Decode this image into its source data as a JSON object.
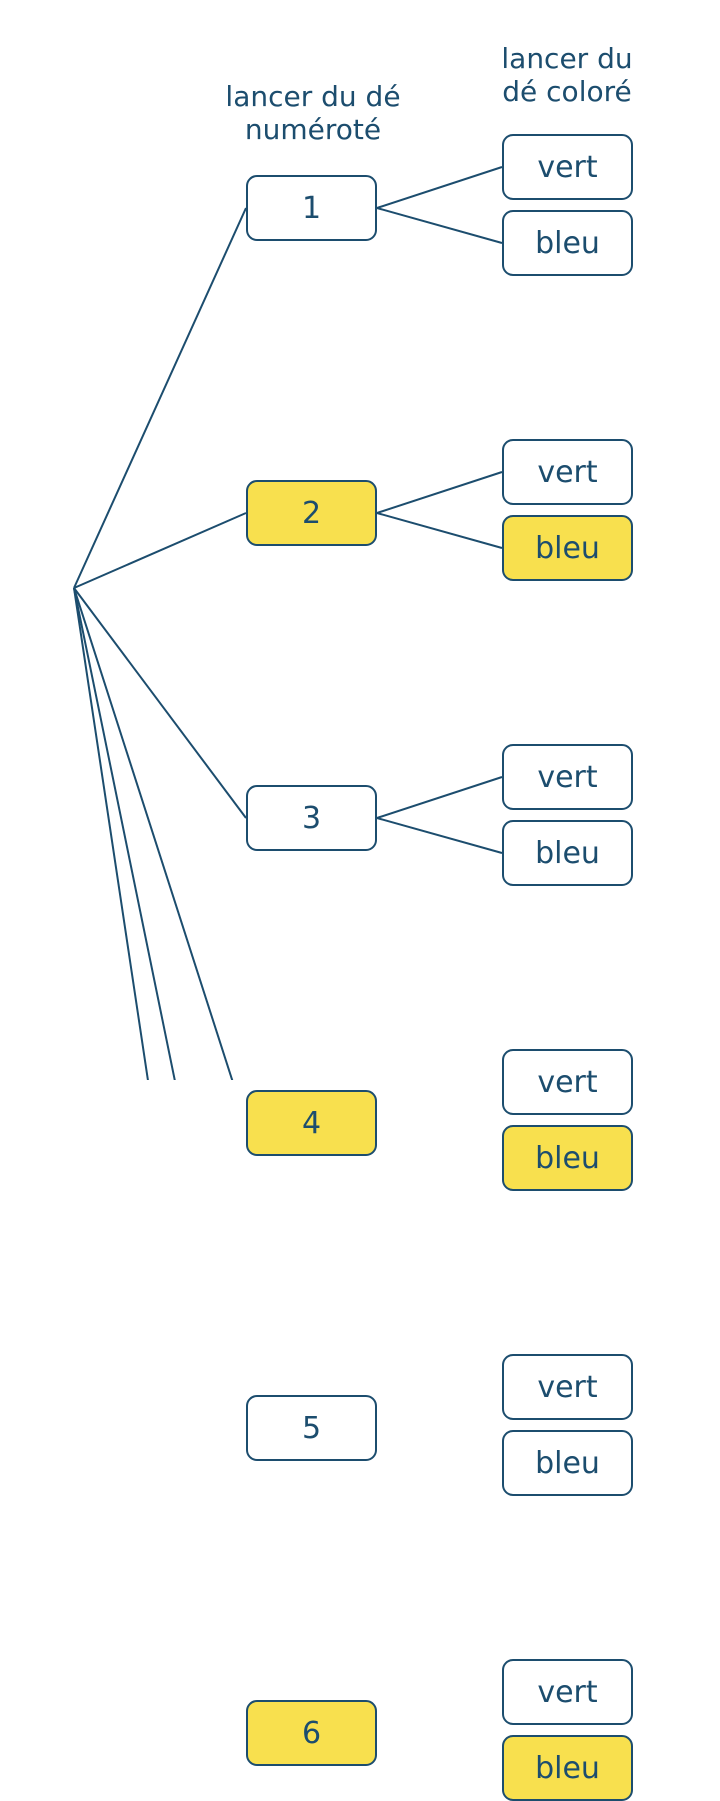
{
  "headers": {
    "numbered": [
      "lancer du dé",
      "numéroté"
    ],
    "colored": [
      "lancer du",
      "dé coloré"
    ]
  },
  "colors": {
    "line": "#1c4d6e",
    "highlight": "#f8e04e",
    "box_fill": "#ffffff"
  },
  "tree": [
    {
      "label": "1",
      "highlight": false,
      "children": [
        {
          "label": "vert",
          "highlight": false
        },
        {
          "label": "bleu",
          "highlight": false
        }
      ]
    },
    {
      "label": "2",
      "highlight": true,
      "children": [
        {
          "label": "vert",
          "highlight": false
        },
        {
          "label": "bleu",
          "highlight": true
        }
      ]
    },
    {
      "label": "3",
      "highlight": false,
      "children": [
        {
          "label": "vert",
          "highlight": false
        },
        {
          "label": "bleu",
          "highlight": false
        }
      ]
    },
    {
      "label": "4",
      "highlight": true,
      "children": [
        {
          "label": "vert",
          "highlight": false
        },
        {
          "label": "bleu",
          "highlight": true
        }
      ]
    },
    {
      "label": "5",
      "highlight": false,
      "children": [
        {
          "label": "vert",
          "highlight": false
        },
        {
          "label": "bleu",
          "highlight": false
        }
      ]
    },
    {
      "label": "6",
      "highlight": true,
      "children": [
        {
          "label": "vert",
          "highlight": false
        },
        {
          "label": "bleu",
          "highlight": true
        }
      ]
    }
  ]
}
